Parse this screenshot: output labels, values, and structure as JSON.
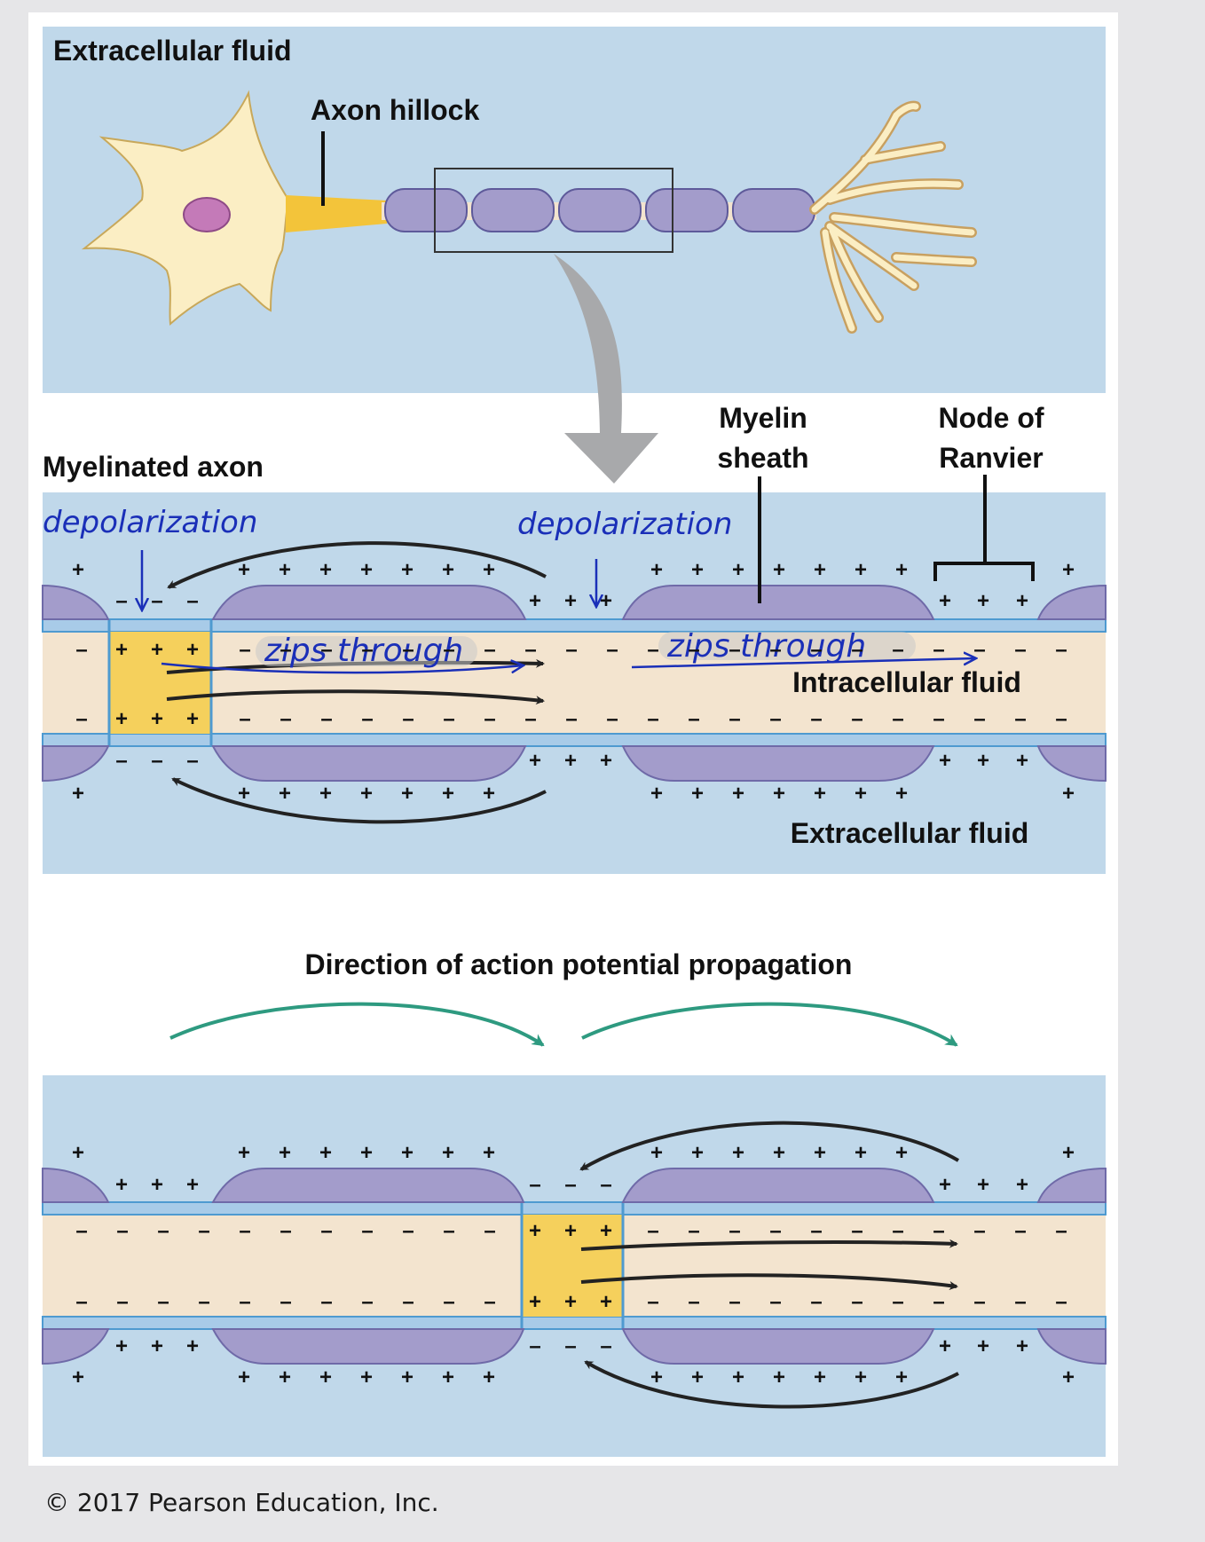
{
  "labels": {
    "extracellular_fluid_top": "Extracellular fluid",
    "axon_hillock": "Axon hillock",
    "myelinated_axon": "Myelinated axon",
    "myelin_sheath_line1": "Myelin",
    "myelin_sheath_line2": "sheath",
    "node_of_ranvier_line1": "Node of",
    "node_of_ranvier_line2": "Ranvier",
    "intracellular_fluid": "Intracellular fluid",
    "extracellular_fluid_mid": "Extracellular fluid",
    "direction_title": "Direction of action potential propagation"
  },
  "annotations": {
    "depolarization_left": "depolarization",
    "depolarization_right": "depolarization",
    "zips_through_left": "zips through",
    "zips_through_right": "zips through"
  },
  "symbols": {
    "plus": "+",
    "minus": "–"
  },
  "copyright": "© 2017 Pearson Education, Inc.",
  "colors": {
    "fluid_blue": "#c0d8ea",
    "myelin": "#a39ccb",
    "myelin_stroke": "#6f6aa8",
    "axon_interior": "#f3e4cf",
    "depolarized": "#f5d05c",
    "membrane": "#4e9ad0",
    "soma": "#fbeec4",
    "hillock": "#f3c43a",
    "nucleus": "#c47ab8",
    "zoom_arrow": "#a8a9ab",
    "propagation_arrow": "#2e9a80",
    "ink_blue": "#1a2fb8"
  }
}
